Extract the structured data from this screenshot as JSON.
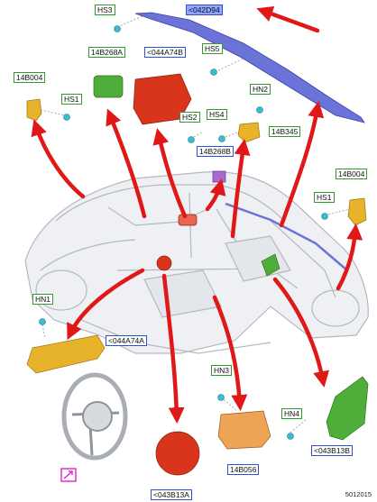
{
  "labels": {
    "hs3": "HS3",
    "c042d94": "<042D94",
    "b14b268a": "14B268A",
    "c044a74b": "<044A74B",
    "hs5": "HS5",
    "b14b004_left": "14B004",
    "hs1_left": "HS1",
    "hn2": "HN2",
    "hs2": "HS2",
    "hs4": "HS4",
    "b14b345": "14B345",
    "b14b268b": "14B268B",
    "b14b004_right": "14B004",
    "hs1_right": "HS1",
    "hn1": "HN1",
    "c044a74a": "<044A74A",
    "hn3": "HN3",
    "hn4": "HN4",
    "b14b056": "14B056",
    "c043b13b": "<043B13B",
    "c043b13a": "<043B13A"
  },
  "reference": "5012015",
  "colors": {
    "arrow": "#e01818",
    "green_label": "#2e9b2e",
    "blue_label": "#2f4fd6",
    "highlight": "#8ea6ff",
    "curtain_airbag": "#6b73d9",
    "bracket_yellow": "#e7b32a",
    "module_green": "#4fae3a",
    "module_red": "#d9341c",
    "module_orange": "#eda455",
    "screw_cyan": "#3cbcd0"
  }
}
